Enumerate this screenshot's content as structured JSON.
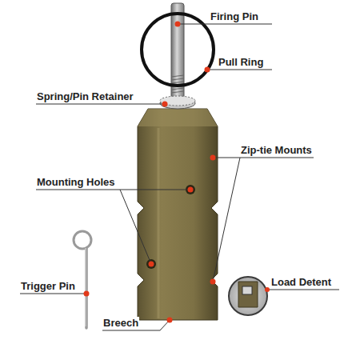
{
  "diagram": {
    "labels": [
      "Firing Pin",
      "Pull Ring",
      "Spring/Pin Retainer",
      "Zip-tie Mounts",
      "Mounting Holes",
      "Trigger Pin",
      "Load Detent",
      "Breech"
    ]
  }
}
